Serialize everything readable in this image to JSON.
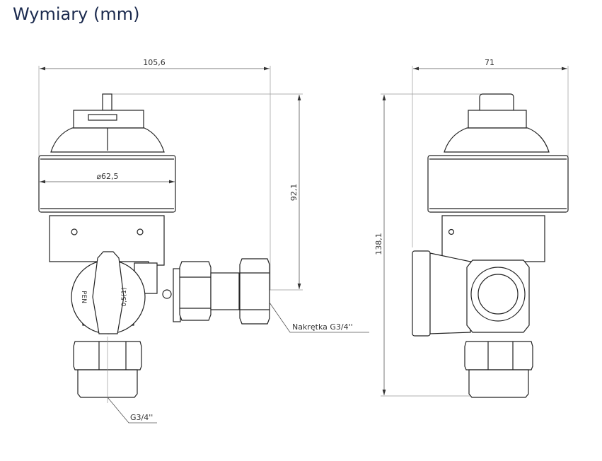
{
  "title": "Wymiary (mm)",
  "front_view": {
    "width_dim": "105,6",
    "diameter_dim": "⌀62,5",
    "height_dim": "92,1",
    "nut_label": "Nakrętka G3/4''",
    "thread_label": "G3/4''",
    "dial_marks": [
      "PEN",
      "0,5(1)"
    ]
  },
  "side_view": {
    "width_dim": "71",
    "height_dim": "138,1"
  }
}
